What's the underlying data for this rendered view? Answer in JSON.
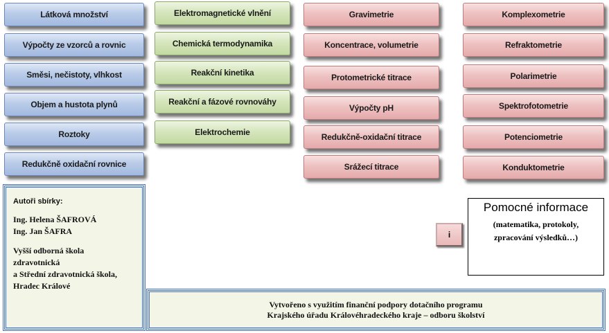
{
  "blue_buttons": [
    {
      "label": "Látková množství"
    },
    {
      "label": "Výpočty ze vzorců a rovnic"
    },
    {
      "label": "Směsi, nečistoty, vlhkost"
    },
    {
      "label": "Objem a hustota plynů"
    },
    {
      "label": "Roztoky"
    },
    {
      "label": "Redukčně oxidační rovnice"
    }
  ],
  "green_buttons": [
    {
      "label": "Elektromagnetické vlnění"
    },
    {
      "label": "Chemická termodynamika"
    },
    {
      "label": "Reakční kinetika"
    },
    {
      "label": "Reakční a fázové rovnováhy"
    },
    {
      "label": "Elektrochemie"
    }
  ],
  "red_buttons_col1": [
    {
      "label": "Gravimetrie"
    },
    {
      "label": "Koncentrace,  volumetrie"
    },
    {
      "label": "Protometrické titrace"
    },
    {
      "label": "Výpočty pH"
    },
    {
      "label": "Redukčně-oxidační titrace"
    },
    {
      "label": "Srážecí titrace"
    }
  ],
  "red_buttons_col2": [
    {
      "label": "Komplexometrie"
    },
    {
      "label": "Refraktometrie"
    },
    {
      "label": "Polarimetrie"
    },
    {
      "label": "Spektrofotometrie"
    },
    {
      "label": "Potenciometrie"
    },
    {
      "label": "Konduktometrie"
    }
  ],
  "authors": {
    "heading": "Autoři sbírky:",
    "names": [
      "Ing. Helena ŠAFROVÁ",
      "Ing. Jan ŠAFRA"
    ],
    "school": [
      "Vyšší odborná škola",
      "zdravotnická",
      "a Střední zdravotnická škola,",
      "Hradec Králové"
    ]
  },
  "info": {
    "button_label": "i",
    "title": "Pomocné informace",
    "subtitle_lines": [
      "(matematika, protokoly,",
      "zpracování výsledků…)"
    ]
  },
  "funding": {
    "lines": [
      "Vytvořeno s využitím finanční podpory dotačního programu",
      "Krajského úřadu Královéhradeckého kraje – odboru školství"
    ]
  },
  "colors": {
    "blue_accent": "#4472c4",
    "panel_bg": "#f3f6e7"
  }
}
